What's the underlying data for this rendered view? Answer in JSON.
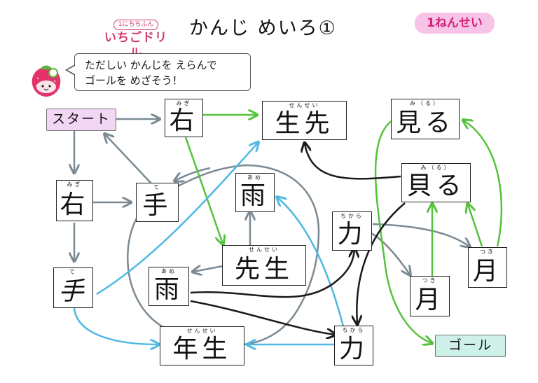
{
  "header": {
    "logo_small": "1にちちふん",
    "logo_main": "いちごドリル",
    "title": "かんじ めいろ①",
    "grade": "1ねんせい"
  },
  "instruction": {
    "line1": "ただしい かんじを えらんで",
    "line2": "ゴールを めざそう！"
  },
  "start_label": "スタート",
  "goal_label": "ゴール",
  "boxes": {
    "migi1": {
      "kanji": "右",
      "ruby": "みぎ"
    },
    "migi2": {
      "kanji": "右",
      "ruby": "みぎ"
    },
    "te_wrong": {
      "kanji": "手",
      "ruby": "て"
    },
    "te": {
      "kanji": "手",
      "ruby": "て"
    },
    "ame1": {
      "kanji": "雨",
      "ruby": "あめ"
    },
    "ame2": {
      "kanji": "雨",
      "ruby": "あめ"
    },
    "sensei_wrong": {
      "kanji": "生先",
      "ruby": "せんせい"
    },
    "sensei": {
      "kanji": "先生",
      "ruby": "せんせい"
    },
    "nensei": {
      "kanji": "年生",
      "ruby": "せんせい"
    },
    "miru": {
      "kanji": "見る",
      "ruby": "み（る）"
    },
    "miru_wrong": {
      "kanji": "貝る",
      "ruby": "み（る）"
    },
    "chikara1": {
      "kanji": "力",
      "ruby": "ちから"
    },
    "chikara2": {
      "kanji": "力",
      "ruby": "ちから"
    },
    "tsuki1": {
      "kanji": "月",
      "ruby": "つき"
    },
    "tsuki2": {
      "kanji": "月",
      "ruby": "つき"
    }
  },
  "colors": {
    "gray_arrow": "#7b8a93",
    "green_arrow": "#55c23c",
    "blue_arrow": "#4fb8e3",
    "black_arrow": "#1a1a1a",
    "start_bg": "#f2d7f4",
    "goal_bg": "#cdf0e8",
    "grade_bg": "#f7c3e6",
    "grade_text": "#d2227a"
  }
}
